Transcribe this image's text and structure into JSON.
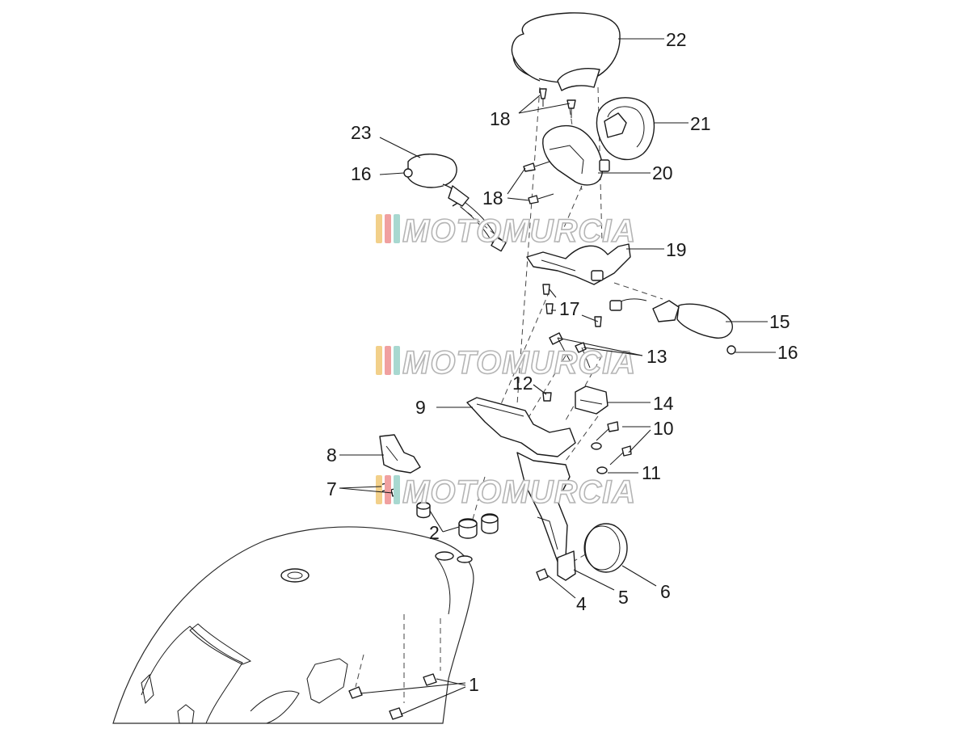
{
  "watermark": {
    "text": "MOTOMURCIA",
    "stripe_colors": [
      "#f2d08a",
      "#f0a0a0",
      "#a8d8d0"
    ]
  },
  "callouts": [
    {
      "id": "22",
      "label": "22"
    },
    {
      "id": "18a",
      "label": "18"
    },
    {
      "id": "21",
      "label": "21"
    },
    {
      "id": "23",
      "label": "23"
    },
    {
      "id": "16a",
      "label": "16"
    },
    {
      "id": "20",
      "label": "20"
    },
    {
      "id": "18b",
      "label": "18"
    },
    {
      "id": "19",
      "label": "19"
    },
    {
      "id": "17",
      "label": "17"
    },
    {
      "id": "15",
      "label": "15"
    },
    {
      "id": "16b",
      "label": "16"
    },
    {
      "id": "13",
      "label": "13"
    },
    {
      "id": "12",
      "label": "12"
    },
    {
      "id": "9",
      "label": "9"
    },
    {
      "id": "14",
      "label": "14"
    },
    {
      "id": "10",
      "label": "10"
    },
    {
      "id": "8",
      "label": "8"
    },
    {
      "id": "11",
      "label": "11"
    },
    {
      "id": "7",
      "label": "7"
    },
    {
      "id": "2",
      "label": "2"
    },
    {
      "id": "6",
      "label": "6"
    },
    {
      "id": "5",
      "label": "5"
    },
    {
      "id": "4",
      "label": "4"
    },
    {
      "id": "1",
      "label": "1"
    }
  ]
}
